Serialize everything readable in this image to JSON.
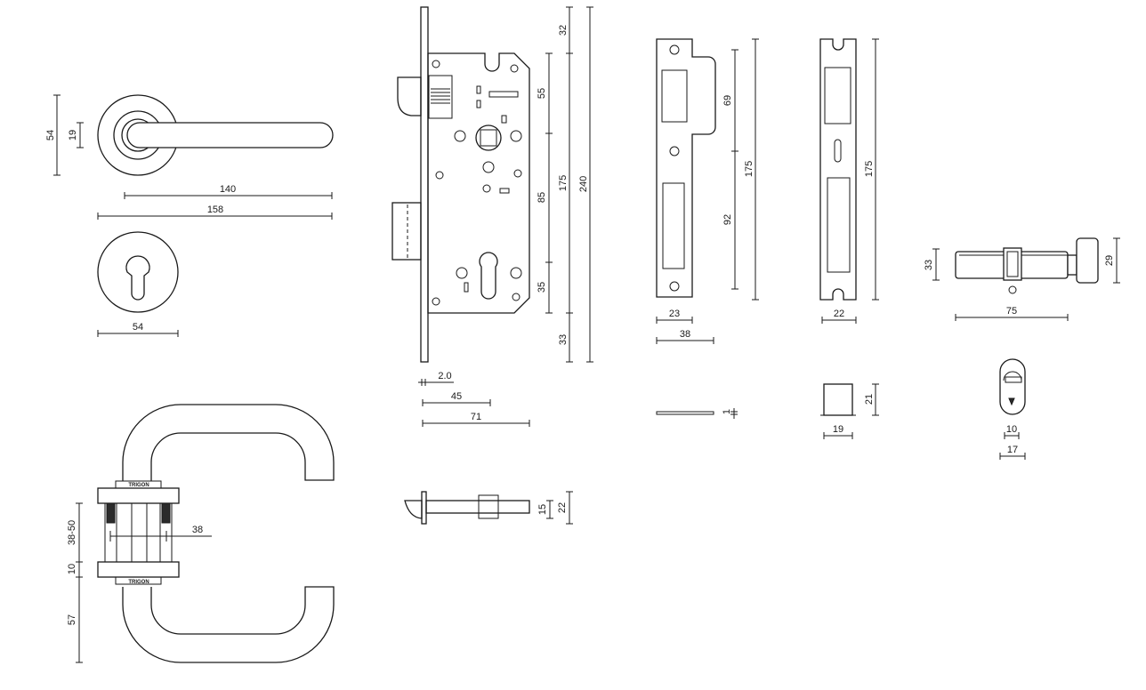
{
  "dimensions": {
    "handle_rose_height": "54",
    "handle_grip_diameter": "19",
    "handle_length": "140",
    "handle_total_length": "158",
    "escutcheon_diameter": "54",
    "door_thickness": "38-50",
    "rose_thickness": "10",
    "handle_projection": "57",
    "spindle_length": "38",
    "lock_top": "32",
    "lock_upper": "55",
    "lock_mid": "85",
    "lock_lower": "35",
    "lock_bottom": "33",
    "lock_case_height": "175",
    "lock_faceplate_height": "240",
    "faceplate_thickness": "2.0",
    "backset": "45",
    "case_depth": "71",
    "latch_width": "15",
    "latch_depth": "22",
    "strike_upper": "69",
    "strike_lower": "92",
    "strike_height": "175",
    "strike_width_inner": "23",
    "strike_width_outer": "38",
    "strike_thickness": "1",
    "strike2_height": "175",
    "strike2_width": "22",
    "box_height": "21",
    "box_width": "19",
    "cylinder_height": "33",
    "cylinder_knob": "29",
    "cylinder_length": "75",
    "cylinder_cam": "10",
    "cylinder_profile": "17"
  },
  "logos": {
    "brand_mark": "TRIGON"
  },
  "colors": {
    "line": "#1a1a1a",
    "background": "#ffffff"
  }
}
